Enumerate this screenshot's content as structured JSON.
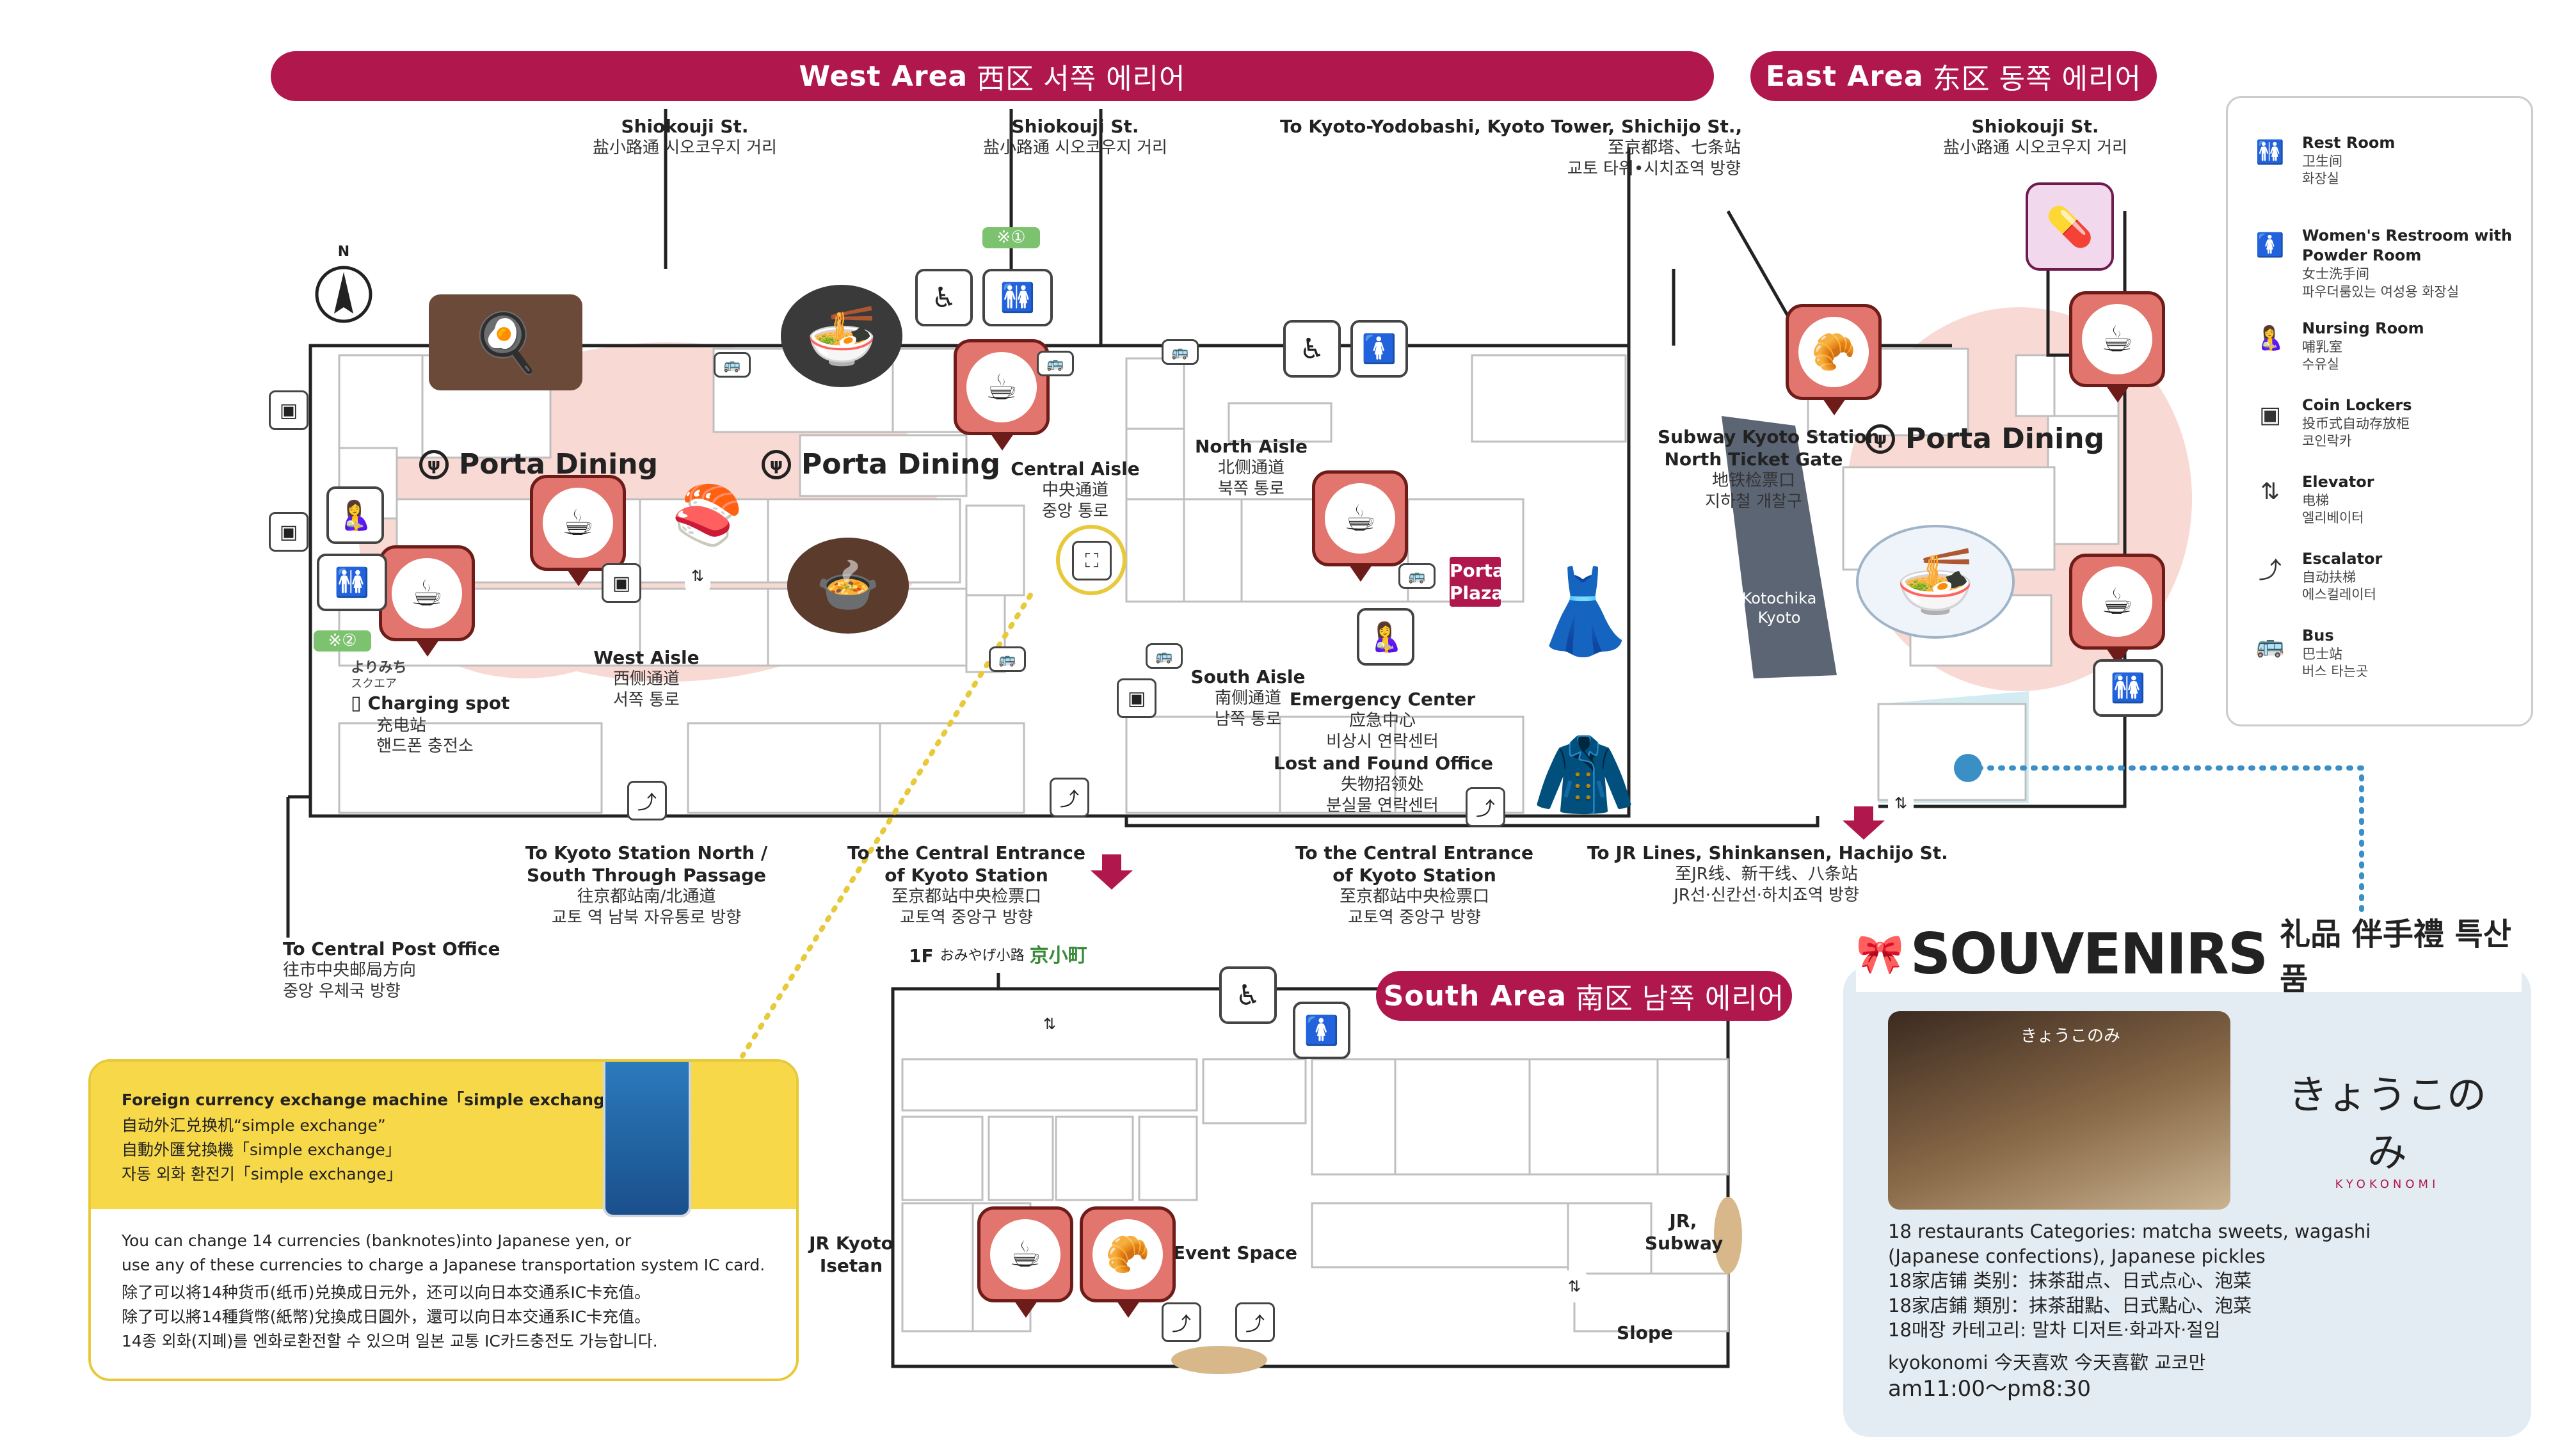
{
  "areas": {
    "west": {
      "en": "West Area",
      "zh": "西区",
      "ko": "서쪽 에리어"
    },
    "east": {
      "en": "East Area",
      "zh": "东区",
      "ko": "동쪽 에리어"
    },
    "south": {
      "en": "South Area",
      "zh": "南区",
      "ko": "남쪽 에리어"
    }
  },
  "dining": {
    "west1": "Porta Dining",
    "west2": "Porta Dining",
    "east": "Porta Dining"
  },
  "streets": {
    "shiokouji_en": "Shiokouji St.",
    "shiokouji_sub": "盐小路通 시오코우지 거리",
    "kyoto_tower_en": "To Kyoto-Yodobashi, Kyoto Tower, Shichijo St.,",
    "kyoto_tower_zh": "至京都塔、七条站",
    "kyoto_tower_ko": "교토 타워•시치죠역 방향"
  },
  "labels": {
    "central_aisle": {
      "en": "Central Aisle",
      "zh": "中央通道",
      "ko": "중앙 통로"
    },
    "north_aisle": {
      "en": "North Aisle",
      "zh": "北侧通道",
      "ko": "북쪽 통로"
    },
    "south_aisle": {
      "en": "South Aisle",
      "zh": "南侧通道",
      "ko": "남쪽 통로"
    },
    "west_aisle": {
      "en": "West Aisle",
      "zh": "西侧通道",
      "ko": "서쪽 통로"
    },
    "subway": {
      "en1": "Subway Kyoto Station",
      "en2": "North Ticket Gate",
      "zh": "地铁检票口",
      "ko": "지하철 개찰구"
    },
    "kotochika": {
      "l1": "Kotochika",
      "l2": "Kyoto"
    },
    "charging": {
      "en": "Charging spot",
      "zh": "充电站",
      "ko": "핸드폰 충전소"
    },
    "yorimichi": {
      "l1": "よりみち",
      "l2": "スクエア"
    },
    "emergency": {
      "en": "Emergency Center",
      "zh": "应急中心",
      "ko": "비상시 연락센터"
    },
    "lost": {
      "en": "Lost and Found Office",
      "zh": "失物招领处",
      "ko": "분실물 연락센터"
    },
    "to_north_south": {
      "en1": "To Kyoto Station North /",
      "en2": "South Through Passage",
      "zh": "往京都站南/北通道",
      "ko": "교토 역 남북 자유통로 방향"
    },
    "to_central1": {
      "en1": "To the Central Entrance",
      "en2": "of Kyoto Station",
      "zh": "至京都站中央检票口",
      "ko": "교토역 중앙구 방향"
    },
    "to_central2": {
      "en1": "To the Central Entrance",
      "en2": "of Kyoto Station",
      "zh": "至京都站中央检票口",
      "ko": "교토역 중앙구 방향"
    },
    "to_jr": {
      "en": "To JR Lines, Shinkansen, Hachijo St.",
      "zh": "至JR线、新干线、八条站",
      "ko": "JR선·신칸선·하치죠역 방향"
    },
    "post": {
      "en": "To Central Post Office",
      "zh": "往市中央邮局方向",
      "ko": "중앙 우체국 방향"
    },
    "omiyage": {
      "pre": "1F",
      "jp": "おみやげ小路",
      "logo": "京小町"
    },
    "jr_isetan": {
      "l1": "JR Kyoto",
      "l2": "Isetan"
    },
    "jr_subway": {
      "l1": "JR,",
      "l2": "Subway"
    },
    "event": "Event Space",
    "slope": "Slope",
    "porta_plaza": {
      "l1": "Porta",
      "l2": "Plaza"
    },
    "note1": "※①",
    "note2": "※②",
    "north": "N"
  },
  "legend": [
    {
      "icon": "restroom-icon",
      "glyph": "🚻",
      "en": "Rest Room",
      "zh": "卫生间",
      "ko": "화장실"
    },
    {
      "icon": "womens-powder-room-icon",
      "glyph": "🚺",
      "en": "Women's Restroom with Powder Room",
      "zh": "女士洗手间",
      "ko": "파우더룸있는 여성용 화장실"
    },
    {
      "icon": "nursing-room-icon",
      "glyph": "🤱",
      "en": "Nursing Room",
      "zh": "哺乳室",
      "ko": "수유실"
    },
    {
      "icon": "coin-locker-icon",
      "glyph": "▣",
      "en": "Coin Lockers",
      "zh": "投币式自动存放柜",
      "ko": "코인락카"
    },
    {
      "icon": "elevator-icon",
      "glyph": "⇅",
      "en": "Elevator",
      "zh": "电梯",
      "ko": "엘리베이터"
    },
    {
      "icon": "escalator-icon",
      "glyph": "⤴",
      "en": "Escalator",
      "zh": "自动扶梯",
      "ko": "에스컬레이터"
    },
    {
      "icon": "bus-icon",
      "glyph": "🚌",
      "en": "Bus",
      "zh": "巴士站",
      "ko": "버스 타는곳"
    }
  ],
  "exchange": {
    "title": "Foreign currency exchange machine「simple exchange」",
    "zh1": "自动外汇兑换机“simple exchange”",
    "zh2": "自動外匯兌換機「simple exchange」",
    "ko": "자동 외화 환전기「simple exchange」",
    "body1": "You can change 14 currencies (banknotes)into Japanese yen, or",
    "body2": "use any of these currencies to charge a  Japanese transportation system IC card.",
    "body3": "除了可以将14种货币(纸币)兑换成日元外，还可以向日本交通系IC卡充值。",
    "body4": "除了可以將14種貨幣(紙幣)兌換成日圓外，還可以向日本交通系IC卡充值。",
    "body5": "14종 외화(지폐)를 엔화로환전할 수 있으며 일본 교통 IC카드충전도 가능합니다."
  },
  "souvenirs": {
    "title": "SOUVENIRS",
    "sub": "礼品 伴手禮 특산품",
    "brand": "きょうこのみ",
    "brand_en": "KYOKONOMI",
    "desc1": "18 restaurants Categories: matcha sweets, wagashi",
    "desc2": "(Japanese confections), Japanese pickles",
    "desc3": "18家店铺 类别：抹茶甜点、日式点心、泡菜",
    "desc4": "18家店鋪 類別：抹茶甜點、日式點心、泡菜",
    "desc5": "18매장 카테고리: 말차 디저트·화과자·절임",
    "names": "kyokonomi 今天喜欢  今天喜歡  교코만",
    "hours": "am11:00～pm8:30",
    "store_sign": "きょうこのみ"
  },
  "colors": {
    "banner": "#b0184d",
    "pin": "#e2756d",
    "zone": "#f8d9d3",
    "exchange": "#f6d849",
    "souvenir_bg": "#e4ecf3",
    "dot_line": "#3a8fc6"
  }
}
